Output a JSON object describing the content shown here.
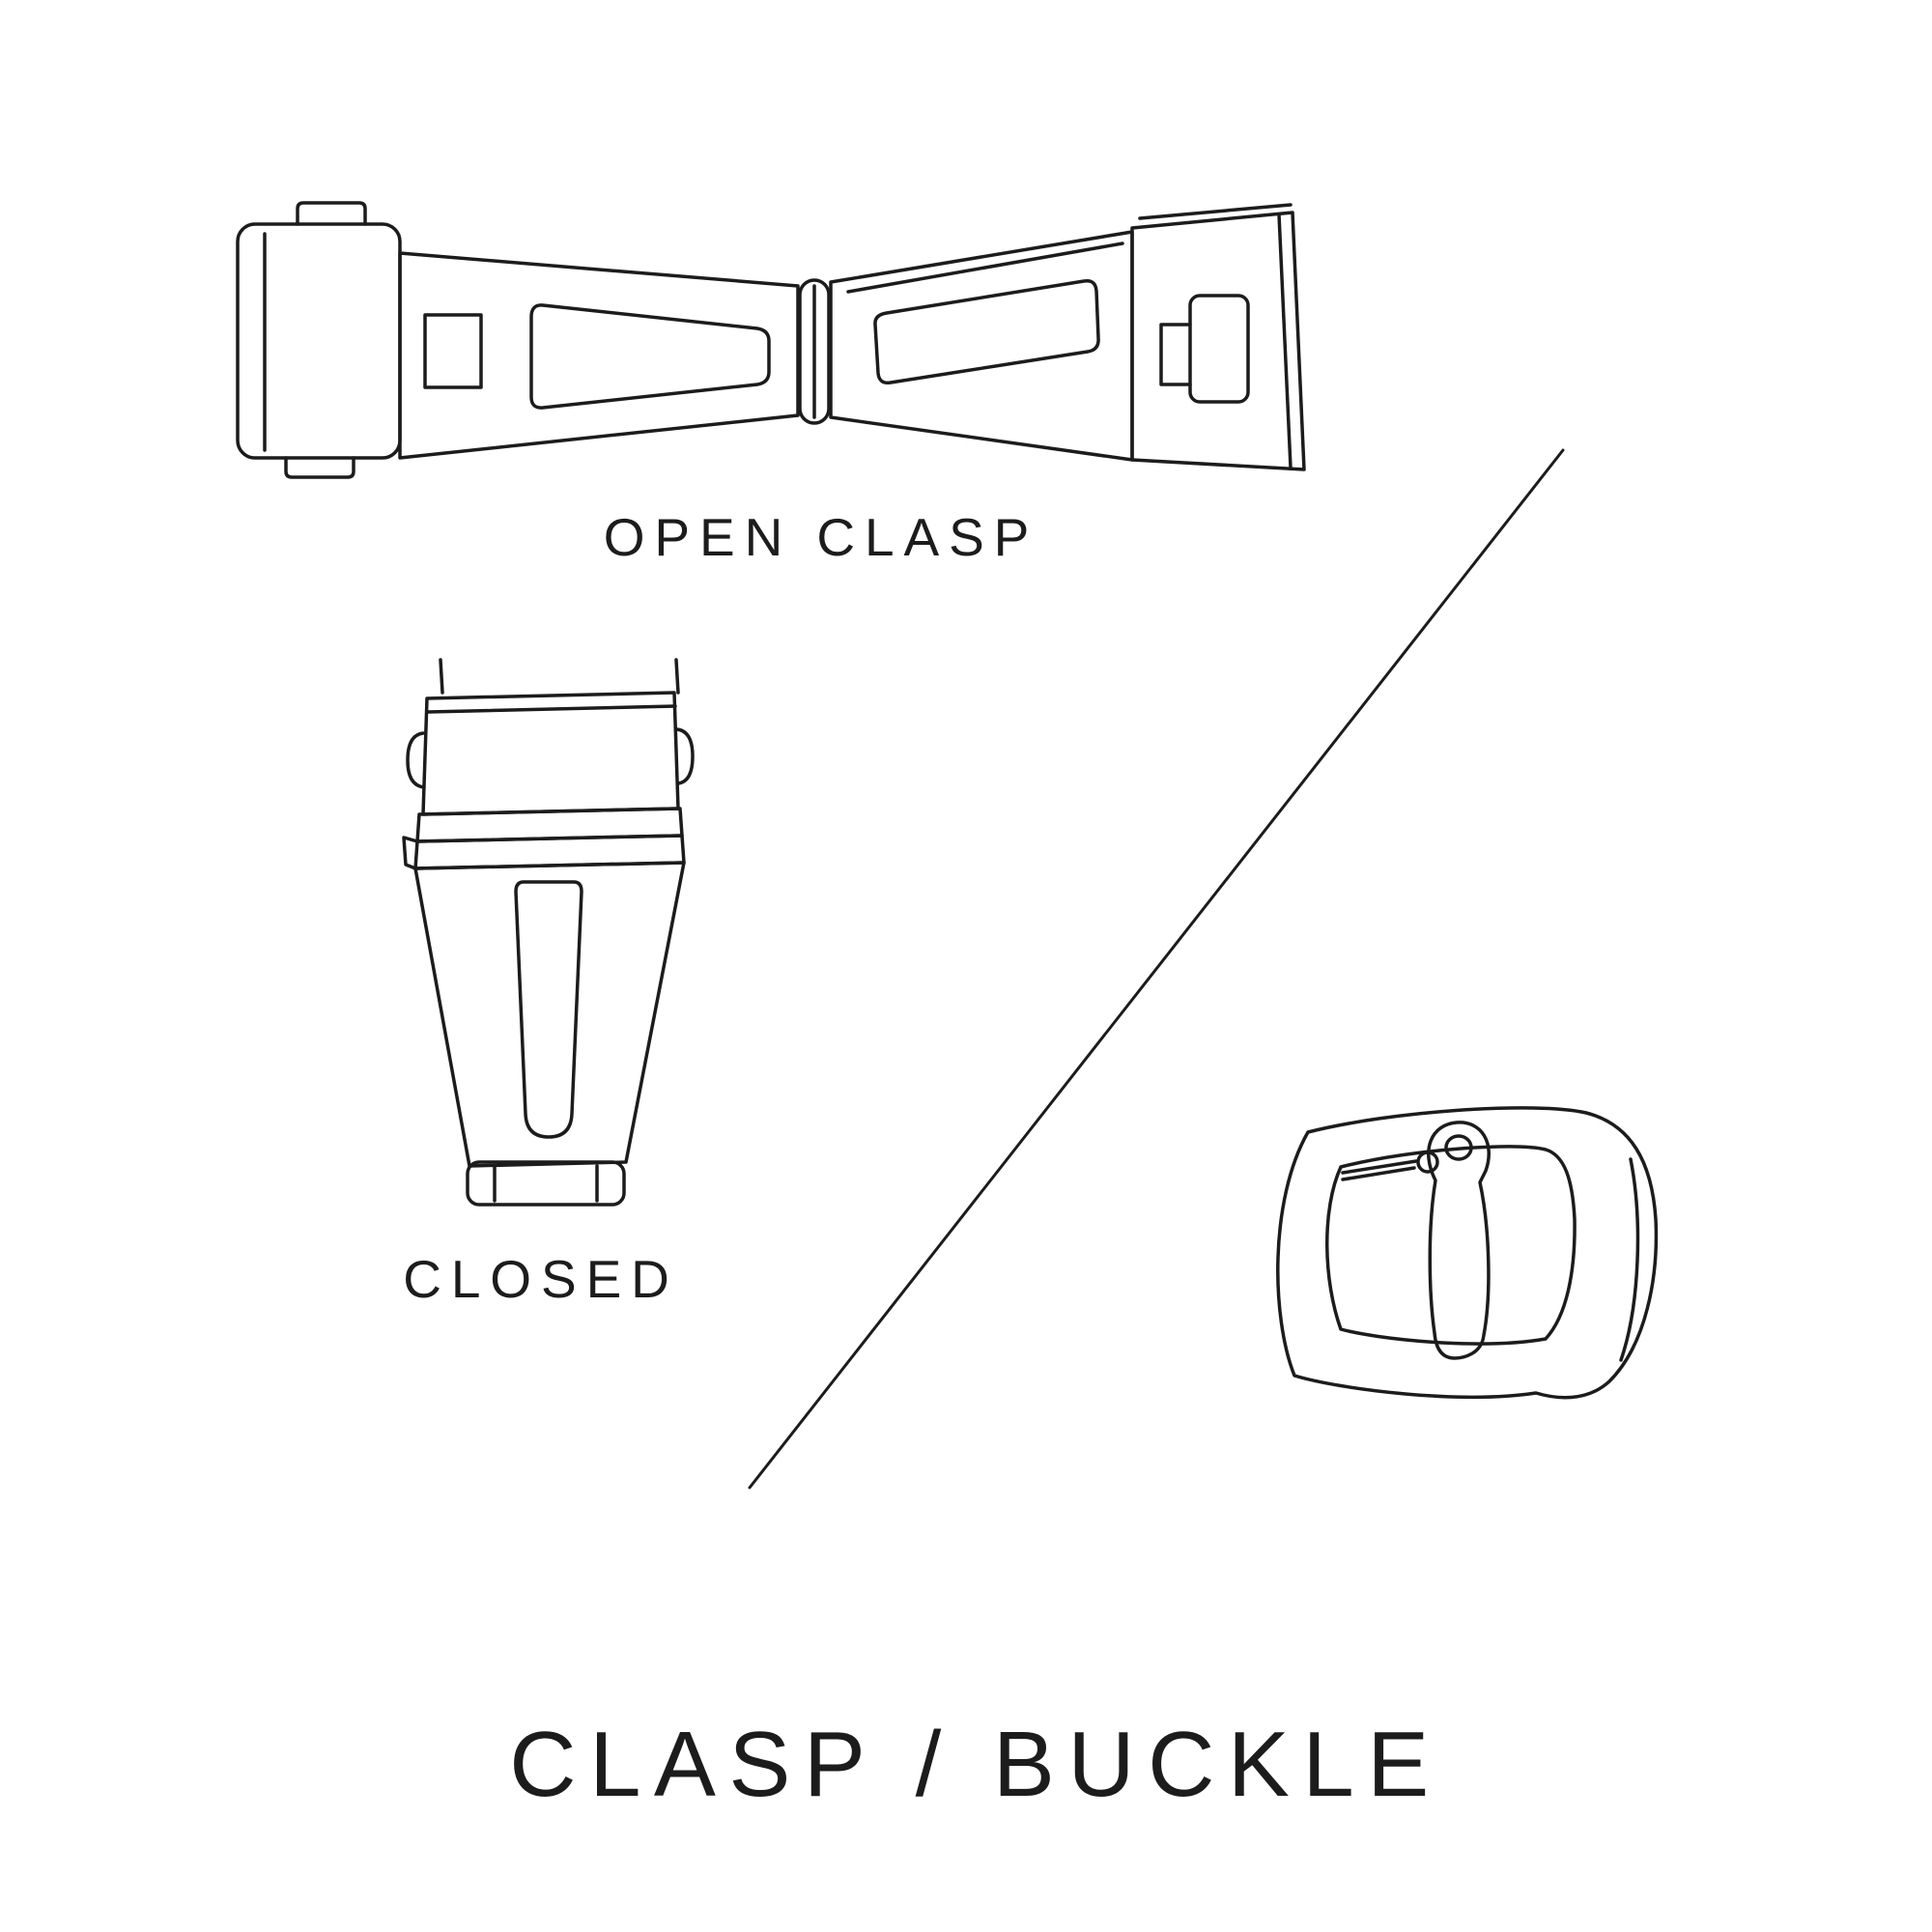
{
  "title": "CLASP / BUCKLE",
  "labels": {
    "open_clasp": "OPEN CLASP",
    "closed": "CLOSED"
  },
  "figures": [
    "open-clasp-illustration",
    "closed-clasp-illustration",
    "tang-buckle-illustration",
    "diagonal-divider"
  ],
  "colors": {
    "background": "#ffffff",
    "line": "#1c1c1c",
    "text": "#1c1c1c"
  }
}
